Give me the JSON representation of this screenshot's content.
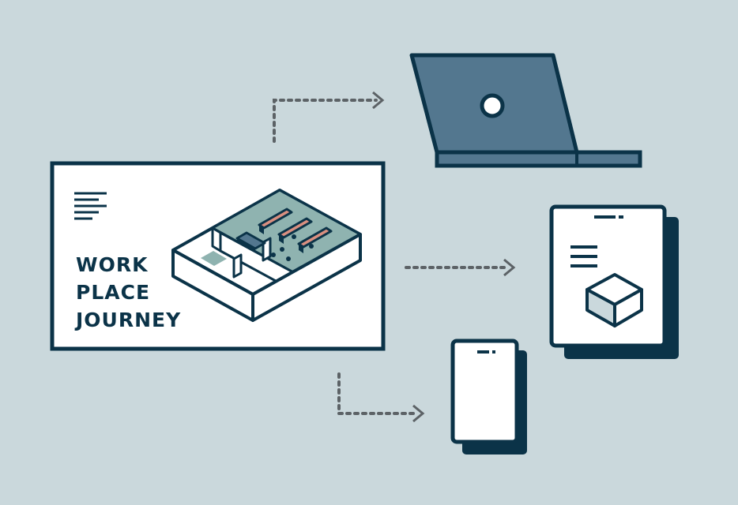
{
  "card": {
    "title_lines": [
      "WORK",
      "PLACE",
      "JOURNEY"
    ]
  },
  "devices": [
    "laptop-icon",
    "tablet-icon",
    "phone-icon"
  ],
  "icons": [
    "menu-lines-icon",
    "office-floorplan-icon",
    "cube-icon",
    "dotted-arrow-icon"
  ],
  "colors": {
    "background": "#cad8dc",
    "outline": "#0b3348",
    "card_fill": "#ffffff",
    "laptop_blue": "#53778f",
    "room_floor": "#8fb3b0",
    "desk_accent": "#d98f80",
    "arrow_gray": "#5c6266"
  }
}
